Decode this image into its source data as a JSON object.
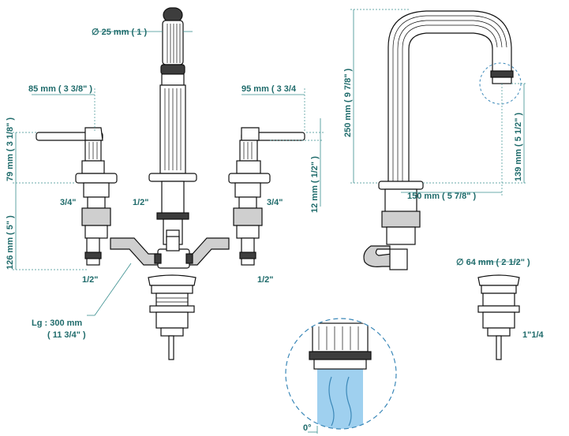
{
  "dimensions": {
    "spout_diameter": "∅ 25 mm ( 1 )",
    "handle_left": "85 mm ( 3 3/8\" )",
    "handle_right": "95 mm ( 3 3/4",
    "handle_height": "79 mm ( 3 1/8\" )",
    "handle_offset": "12 mm ( 1/2\" )",
    "shank_length": "126 mm ( 5\" )",
    "spout_height": "250 mm ( 9 7/8\" )",
    "spout_clearance": "139 mm ( 5 1/2\" )",
    "spout_reach": "150 mm ( 5 7/8\" )",
    "drain_diameter": "∅ 64 mm ( 2 1/2\" )",
    "hose_length_line1": "Lg : 300 mm",
    "hose_length_line2": "( 11 3/4\" )",
    "angle": "0°"
  },
  "thread_labels": {
    "left_valve": "3/4\"",
    "right_valve": "3/4\"",
    "center": "1/2\"",
    "left_outlet": "1/2\"",
    "right_outlet": "1/2\"",
    "drain": "1\"1/4"
  },
  "colors": {
    "dimension": "#1f6b6b",
    "water": "#9fd0ef",
    "outline": "#111111"
  }
}
